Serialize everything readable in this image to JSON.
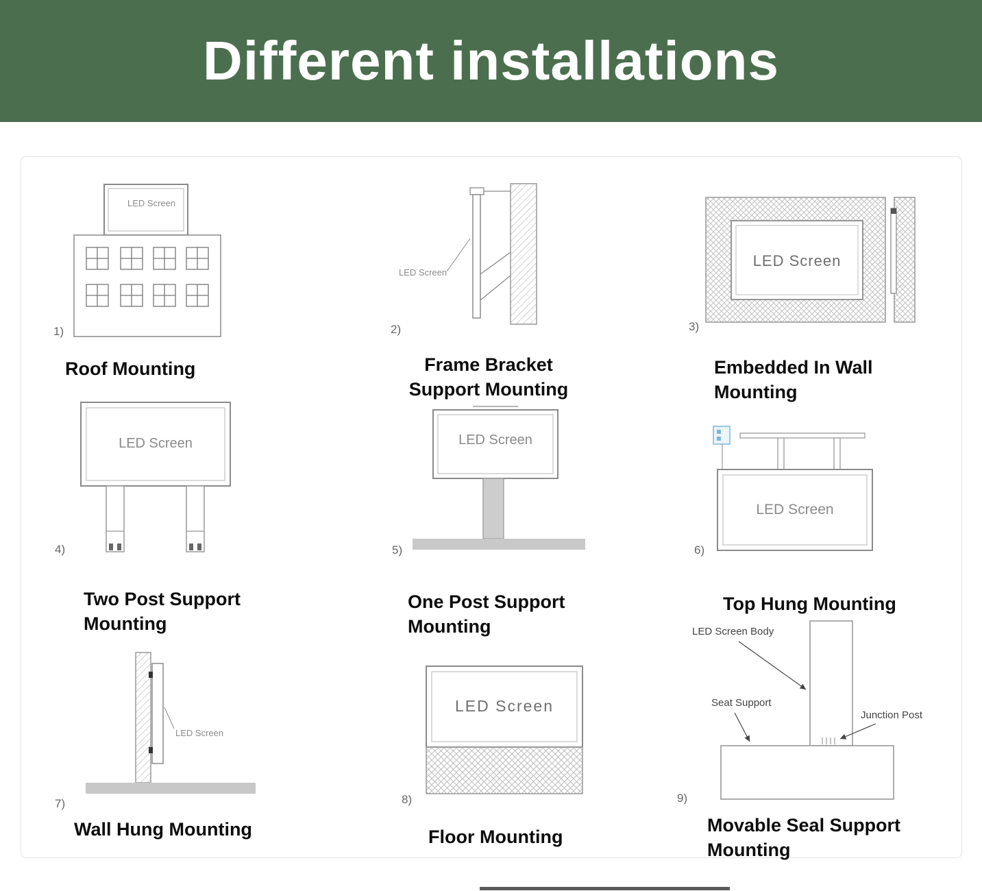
{
  "header": {
    "title": "Different installations"
  },
  "cells": [
    {
      "num": "1)",
      "screen_label": "LED Screen",
      "caption": "Roof Mounting"
    },
    {
      "num": "2)",
      "screen_label": "LED Screen",
      "caption": "Frame Bracket Support Mounting"
    },
    {
      "num": "3)",
      "screen_label": "LED Screen",
      "caption": "Embedded In Wall Mounting"
    },
    {
      "num": "4)",
      "screen_label": "LED Screen",
      "caption": "Two Post Support Mounting"
    },
    {
      "num": "5)",
      "screen_label": "LED Screen",
      "caption": "One Post Support Mounting"
    },
    {
      "num": "6)",
      "screen_label": "LED Screen",
      "caption": "Top Hung Mounting"
    },
    {
      "num": "7)",
      "screen_label": "LED Screen",
      "caption": "Wall Hung Mounting"
    },
    {
      "num": "8)",
      "screen_label": "LED Screen",
      "caption": "Floor Mounting"
    },
    {
      "num": "9)",
      "caption": "Movable Seal Support Mounting",
      "labels": {
        "body": "LED Screen Body",
        "seat": "Seat Support",
        "junction": "Junction Post"
      }
    }
  ],
  "colors": {
    "header_green": "#4b6f4e",
    "line_gray": "#8a8a8a"
  }
}
